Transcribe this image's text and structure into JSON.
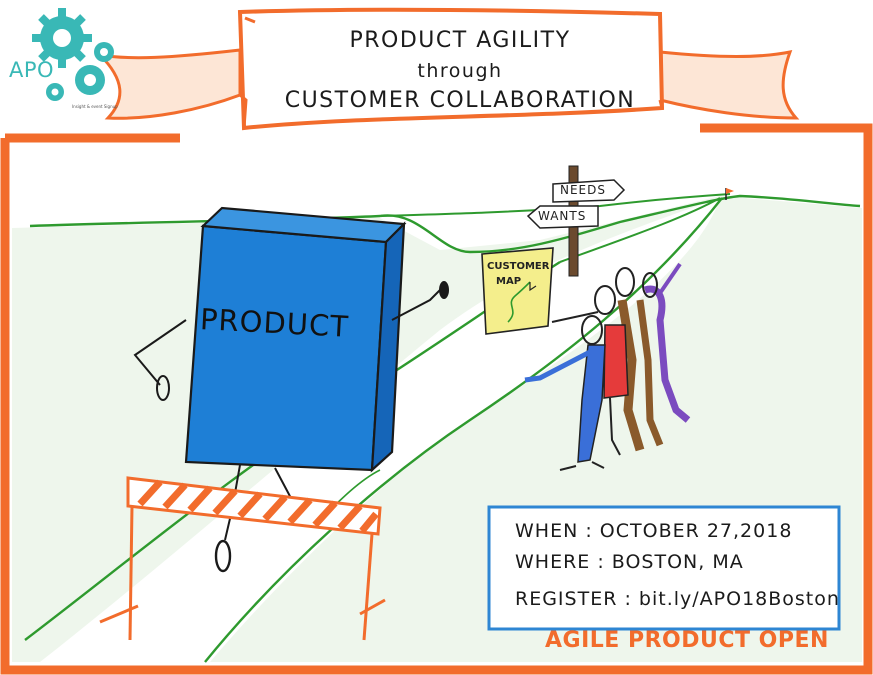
{
  "logo": {
    "text": "APO",
    "tagline": "Insight & event Signup",
    "color": "#39b8b6"
  },
  "banner": {
    "line1": "PRODUCT AGILITY",
    "line2": "through",
    "line3": "CUSTOMER COLLABORATION"
  },
  "signpost": {
    "sign1": "NEEDS",
    "sign2": "WANTS"
  },
  "map": {
    "line1": "CUSTOMER",
    "line2": "MAP"
  },
  "product_box": {
    "label": "PRODUCT"
  },
  "event": {
    "when_label": "WHEN :",
    "when_value": "OCTOBER 27,2018",
    "where_label": "WHERE :",
    "where_value": "BOSTON, MA",
    "register_label": "REGISTER :",
    "register_value": "bit.ly/APO18Boston"
  },
  "footer": {
    "text": "AGILE PRODUCT OPEN"
  },
  "colors": {
    "frame": "#f26c2c",
    "hill": "#2e9a2e",
    "product": "#1e7fd6",
    "info_border": "#2e86d3",
    "map": "#f4ee8c"
  }
}
